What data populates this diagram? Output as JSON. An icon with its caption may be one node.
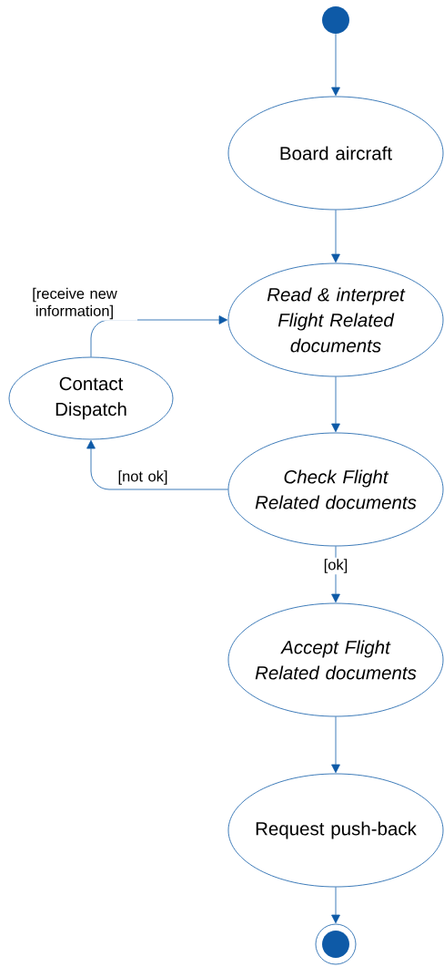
{
  "diagram": {
    "nodes": [
      {
        "text": [],
        "shape": "circle"
      },
      {
        "text": [
          "Board aircraft"
        ]
      },
      {
        "text": [
          "Read & interpret Flight Related documents"
        ]
      },
      {
        "text": [
          "Contact Dispatch"
        ]
      },
      {
        "text": [
          "Check Flight Related documents"
        ]
      },
      {
        "text": [
          "Accept Flight Related documents"
        ]
      },
      {
        "text": [
          "Request push-back"
        ]
      },
      {
        "text": [],
        "shape": "circle"
      }
    ],
    "edges": [
      {
        "from": 0,
        "to": 1,
        "arrow": "to"
      },
      {
        "from": 1,
        "to": 2,
        "arrow": "to"
      },
      {
        "from": 2,
        "to": 4,
        "arrow": "to"
      },
      {
        "from": 4,
        "to": 3,
        "arrow": "to",
        "label": "[not ok]"
      },
      {
        "from": 3,
        "to": 2,
        "arrow": "to",
        "label": "[receive new information]"
      },
      {
        "from": 4,
        "to": 5,
        "arrow": "to",
        "label": "[ok]"
      },
      {
        "from": 5,
        "to": 6,
        "arrow": "to"
      },
      {
        "from": 6,
        "to": 7,
        "arrow": "to"
      }
    ]
  }
}
